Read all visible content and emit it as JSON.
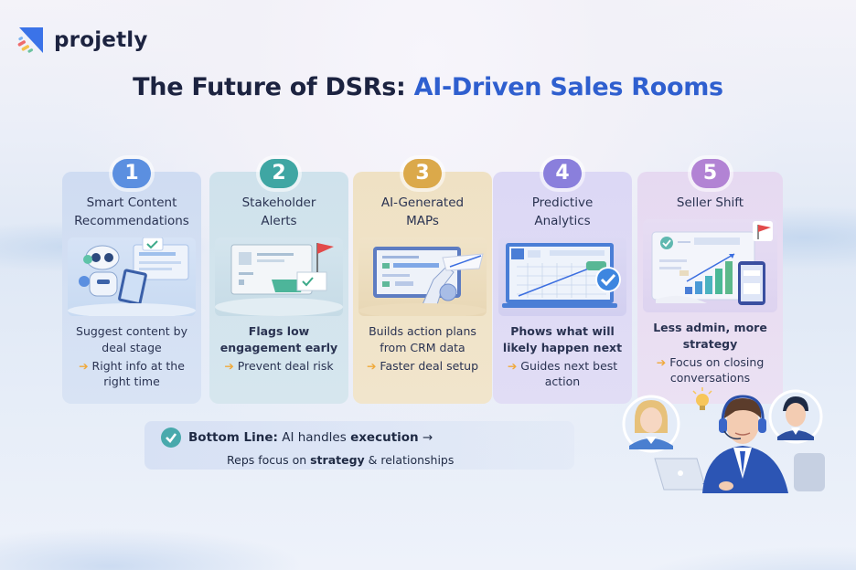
{
  "brand": {
    "name": "projetly"
  },
  "title": {
    "part1": "The ",
    "part2": "Future",
    "part3": " of ",
    "part4": "DSRs:",
    "part5": " AI-Driven",
    "part6": " Sales Rooms"
  },
  "cards": [
    {
      "number": "1",
      "title": "Smart Content Recommendations",
      "title_line1": "Smart Content",
      "title_line2": "Recommendations",
      "illustration": "robot-with-tablet-icon",
      "description": "Suggest content by deal stage",
      "outcome": "Right info at the right time",
      "color": "#5b8fe0"
    },
    {
      "number": "2",
      "title": "Stakeholder Alerts",
      "title_line1": "Stakeholder",
      "title_line2": "Alerts",
      "illustration": "dashboard-with-flag-icon",
      "description": "Flags low engagement early",
      "outcome": "Prevent deal risk",
      "color": "#3fa6a3"
    },
    {
      "number": "3",
      "title": "AI-Generated MAPs",
      "title_line1": "AI-Generated",
      "title_line2": "MAPs",
      "illustration": "robot-arm-document-icon",
      "description": "Builds action plans from CRM data",
      "outcome": "Faster deal setup",
      "color": "#dba94a"
    },
    {
      "number": "4",
      "title": "Predictive Analytics",
      "title_line1": "Predictive",
      "title_line2": "Analytics",
      "illustration": "laptop-trend-chart-icon",
      "description": "Phows what will likely happen next",
      "outcome": "Guides next best action",
      "color": "#8a7fdc"
    },
    {
      "number": "5",
      "title": "Seller Shift",
      "title_line1": "Seller Shift",
      "title_line2": "",
      "illustration": "growth-chart-phone-icon",
      "description": "Less admin, more strategy",
      "outcome": "Focus on closing conversations",
      "color": "#b283d4"
    }
  ],
  "bottom_line": {
    "label": "Bottom Line:",
    "text1": " AI handles ",
    "bold1": "execution",
    "arrow": " →",
    "text2": "Reps focus on ",
    "bold2": "strategy",
    "text3": " & relationships"
  },
  "illustration_people": "sales-rep-with-headset-and-clients"
}
